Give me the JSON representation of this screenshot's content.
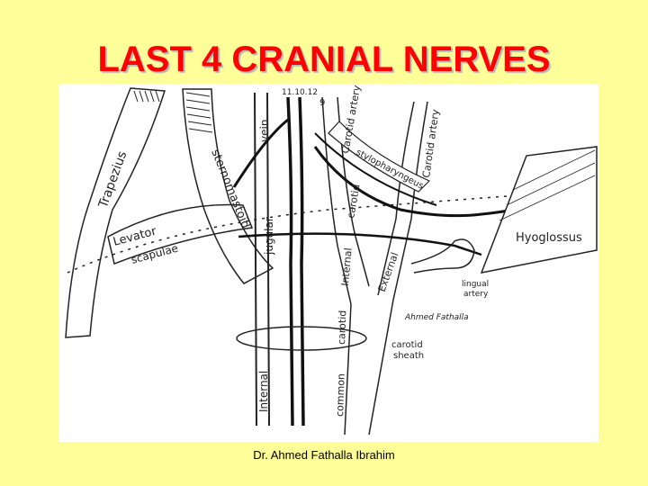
{
  "slide": {
    "title": "LAST 4 CRANIAL NERVES",
    "footer": "Dr. Ahmed Fathalla Ibrahim",
    "title_color": "#ff0000",
    "background_color": "#ffff99"
  },
  "diagram": {
    "labels": {
      "trapezius": "Trapezius",
      "sternomastoid": "sternomastoid",
      "levator": "Levator",
      "scapulae": "scapulae",
      "vein": "vein",
      "jugular": "jugular",
      "internal_jugular": "Internal",
      "nerves_11_10_12": "11.10.12",
      "nerve_9": "9",
      "carotid_artery": "Carotid artery",
      "carotid_upper": "carotid",
      "internal_carotid": "Internal",
      "carotid_artery_right": "Carotid artery",
      "stylopharyngeus": "stylopharyngeus",
      "hyoglossus": "Hyoglossus",
      "external": "External",
      "lingual_artery_1": "lingual",
      "lingual_artery_2": "artery",
      "carotid_lower": "carotid",
      "common": "common",
      "carotid_sheath_1": "carotid",
      "carotid_sheath_2": "sheath",
      "signature": "Ahmed Fathalla"
    }
  }
}
